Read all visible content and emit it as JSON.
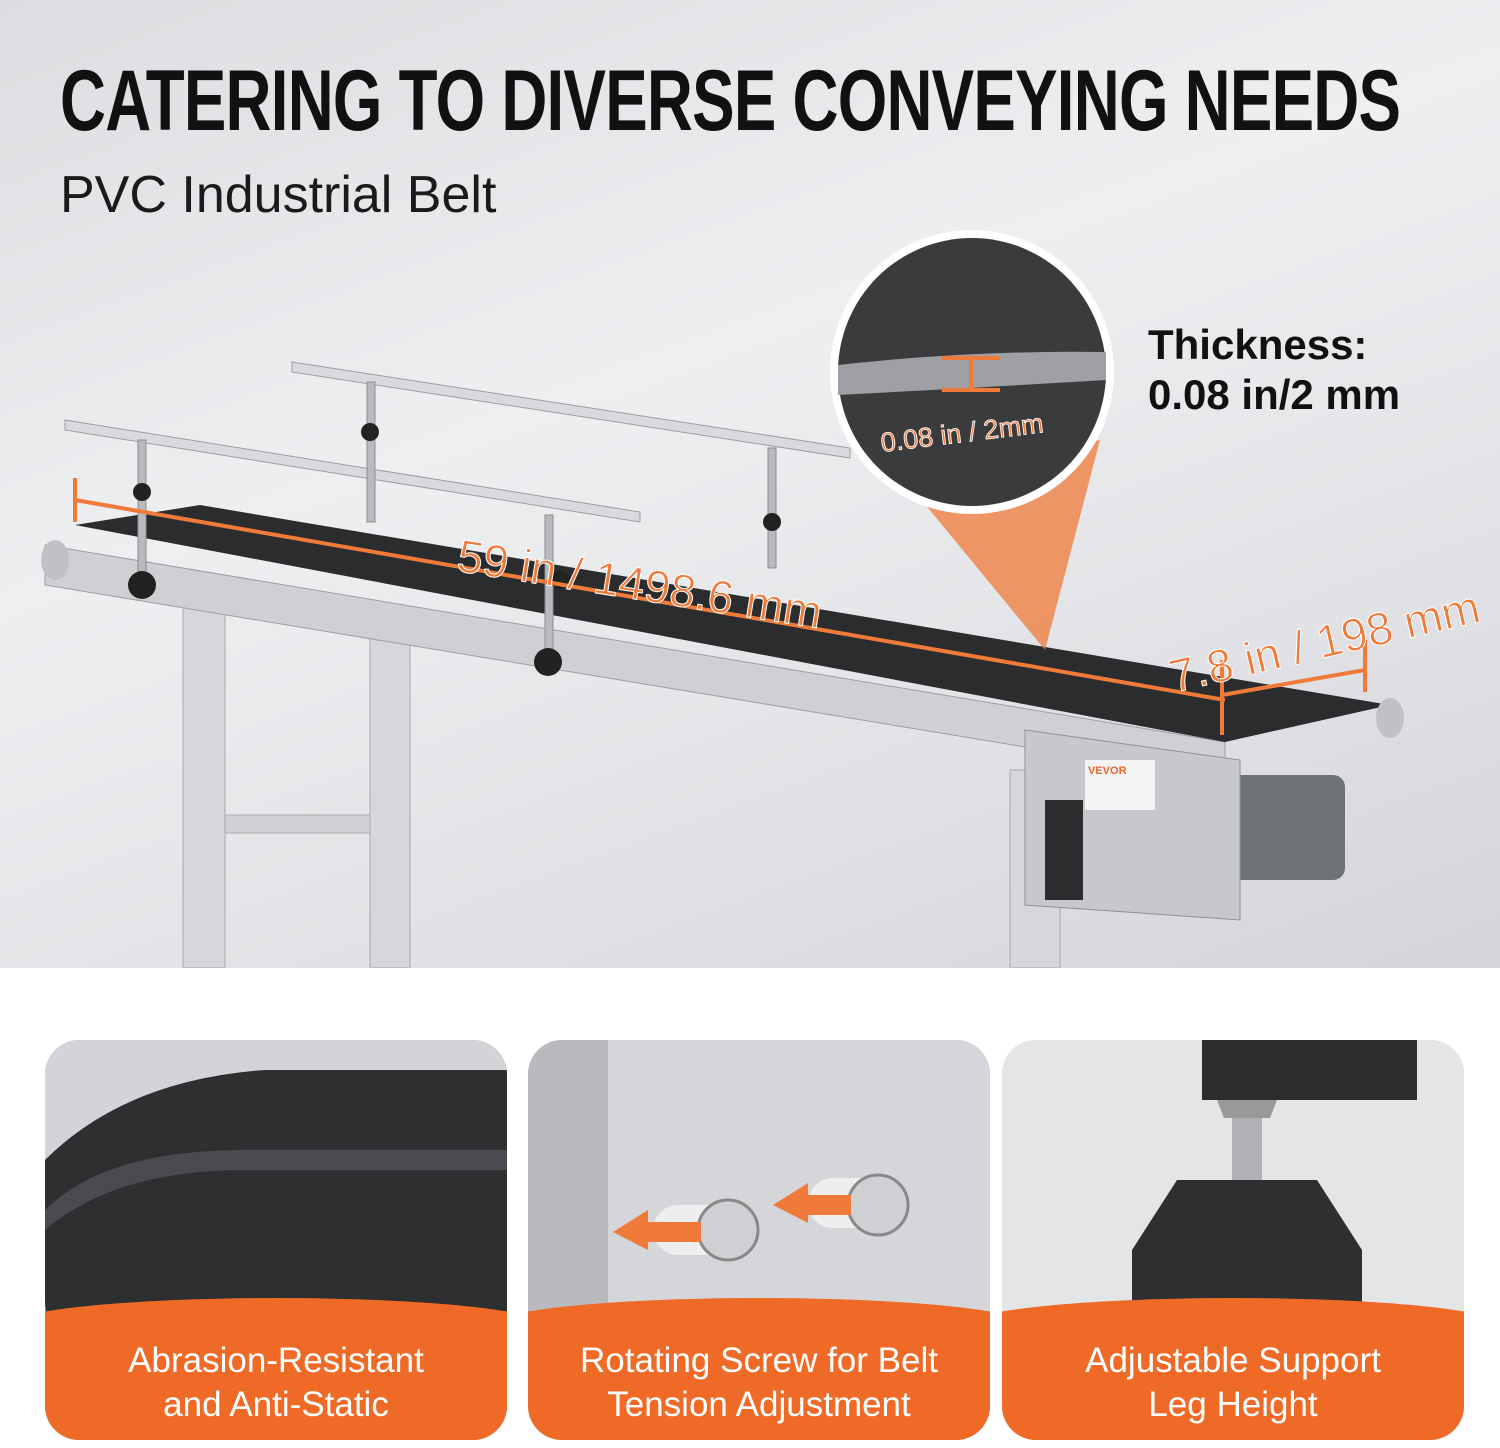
{
  "header": {
    "title": "CATERING TO DIVERSE CONVEYING NEEDS",
    "subtitle": "PVC Industrial Belt"
  },
  "thickness": {
    "label": "Thickness:",
    "value": "0.08 in/2 mm",
    "magnifier_label": "0.08 in / 2mm"
  },
  "dimensions": {
    "length": "59 in / 1498.6 mm",
    "width": "7.8 in / 198 mm"
  },
  "brand": "VEVOR",
  "features": [
    {
      "line1": "Abrasion-Resistant",
      "line2": "and Anti-Static"
    },
    {
      "line1": "Rotating Screw for Belt",
      "line2": "Tension Adjustment"
    },
    {
      "line1": "Adjustable Support",
      "line2": "Leg Height"
    }
  ],
  "colors": {
    "accent": "#ee6a26",
    "belt": "#2b2c2e",
    "steel": "#c8c9cc"
  }
}
